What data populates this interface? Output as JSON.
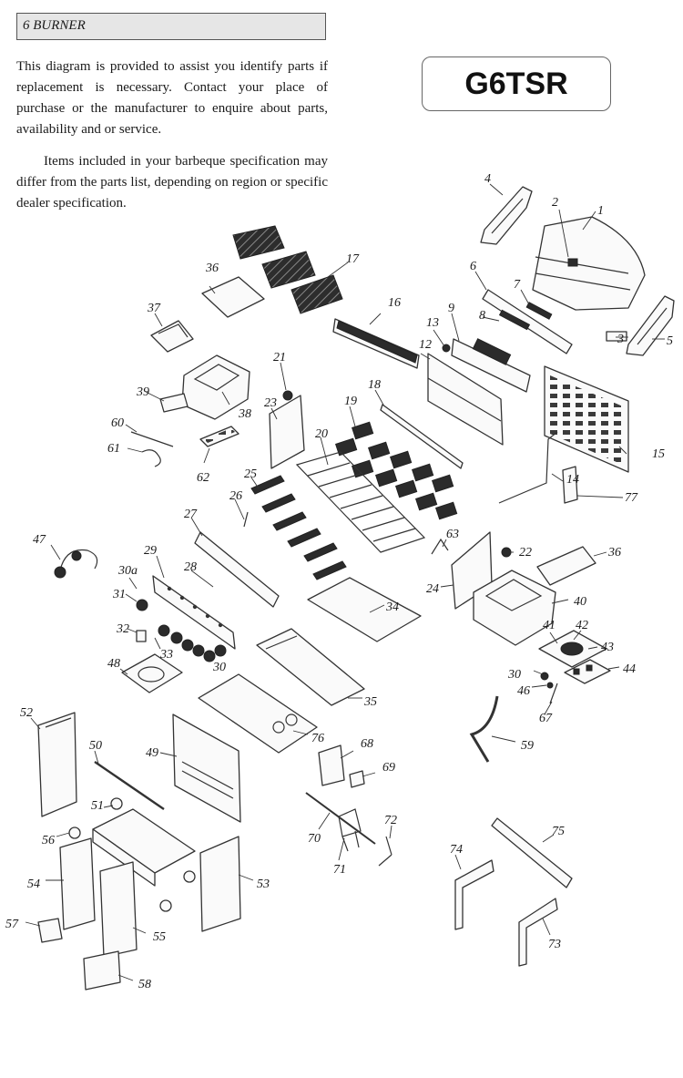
{
  "header": {
    "title": "6 BURNER"
  },
  "model": {
    "name": "G6TSR"
  },
  "intro": {
    "paragraph1": "This diagram is provided to assist you identify parts if replacement is necessary.  Contact your place of purchase or the manufacturer to enquire about parts, availability and or service.",
    "paragraph2": "Items included in your barbeque specification may differ from the parts list, depending on region or specific dealer specification."
  },
  "parts": [
    "1",
    "2",
    "3",
    "4",
    "5",
    "6",
    "7",
    "8",
    "9",
    "12",
    "13",
    "14",
    "15",
    "16",
    "17",
    "18",
    "19",
    "20",
    "21",
    "22",
    "23",
    "24",
    "25",
    "26",
    "27",
    "28",
    "29",
    "30a",
    "30",
    "31",
    "32",
    "33",
    "34",
    "35",
    "36",
    "37",
    "38",
    "39",
    "40",
    "41",
    "42",
    "43",
    "44",
    "46",
    "47",
    "48",
    "49",
    "50",
    "51",
    "52",
    "53",
    "54",
    "55",
    "56",
    "57",
    "58",
    "59",
    "60",
    "61",
    "62",
    "63",
    "67",
    "68",
    "69",
    "70",
    "71",
    "72",
    "73",
    "74",
    "75",
    "76",
    "77"
  ]
}
